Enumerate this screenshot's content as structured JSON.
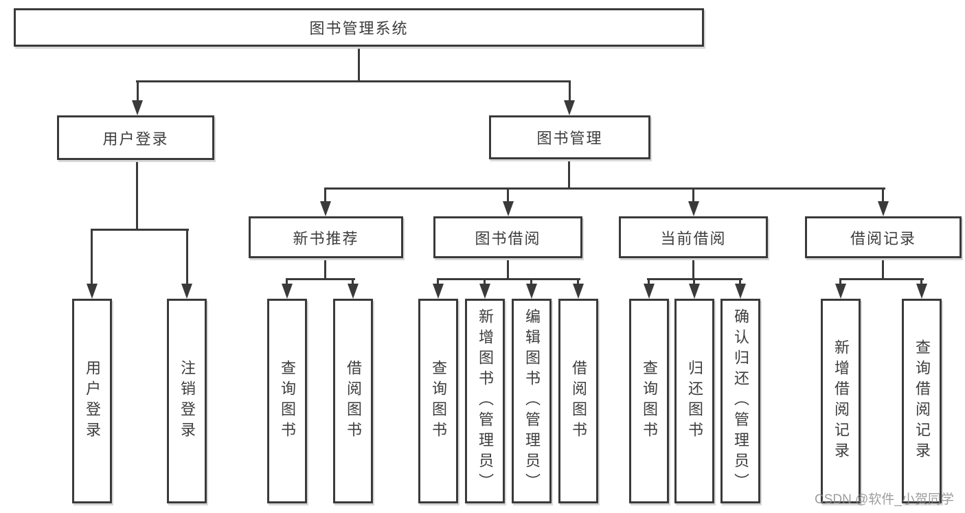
{
  "tree": {
    "root": {
      "label": "图书管理系统"
    },
    "level1": [
      {
        "label": "用户登录"
      },
      {
        "label": "图书管理"
      }
    ],
    "level2": [
      {
        "label": "新书推荐"
      },
      {
        "label": "图书借阅"
      },
      {
        "label": "当前借阅"
      },
      {
        "label": "借阅记录"
      }
    ],
    "leaves": {
      "user_login": [
        "用户登录",
        "注销登录"
      ],
      "new_book_recommend": [
        "查询图书",
        "借阅图书"
      ],
      "book_borrowing": [
        "查询图书",
        "新增图书（管理员）",
        "编辑图书（管理员）",
        "借阅图书"
      ],
      "current_borrowing": [
        "查询图书",
        "归还图书",
        "确认归还（管理员）"
      ],
      "borrowing_records": [
        "新增借阅记录",
        "查询借阅记录"
      ]
    }
  },
  "watermark": {
    "text": "CSDN @软件_小贺同学"
  },
  "colors": {
    "line": "#3a3a3a",
    "text": "#3d3d3d",
    "box_background": "#ffffff",
    "box_shadow": "#d8d8d8",
    "watermark": "#8c8c8c",
    "background": "#ffffff"
  }
}
